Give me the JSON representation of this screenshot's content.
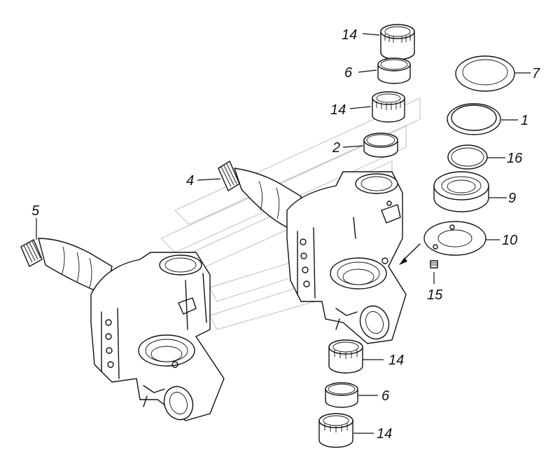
{
  "callouts": {
    "c14a": "14",
    "c6a": "6",
    "c14b": "14",
    "c2": "2",
    "c4": "4",
    "c5": "5",
    "c7": "7",
    "c1": "1",
    "c16": "16",
    "c9": "9",
    "c10": "10",
    "c15": "15",
    "c14c": "14",
    "c6b": "6",
    "c14d": "14"
  }
}
